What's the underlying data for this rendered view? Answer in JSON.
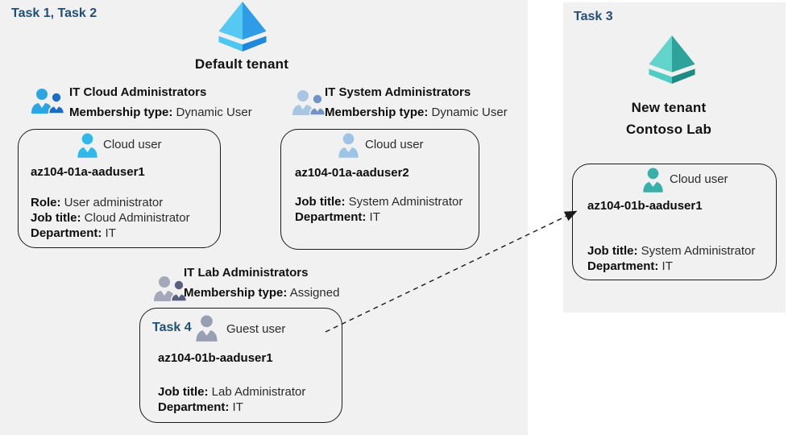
{
  "colors": {
    "task_label": "#1F4E79",
    "panel_bg": "#F1F1F1",
    "aad_blue_left": "#55C9F2",
    "aad_blue_right": "#2F9DE6",
    "aad_blue_band_left": "#4EC6F2",
    "aad_blue_band_right": "#1F88DC",
    "aad_teal_left": "#62D4CC",
    "aad_teal_right": "#2EA29B",
    "aad_teal_band_left": "#4FCCC4",
    "aad_teal_band_right": "#1F8B85",
    "group_cloud_primary": "#2BA6E2",
    "group_cloud_secondary": "#1B6BC8",
    "group_system_primary": "#A9C5E4",
    "group_system_secondary": "#6E94C8",
    "group_lab_primary": "#A3A9BA",
    "group_lab_secondary": "#58607F",
    "cloud_user1_icon": "#2FB9E8",
    "cloud_user2_icon": "#9DC3E6",
    "guest_user_icon": "#989FB2",
    "new_tenant_user_icon": "#3AAFA9"
  },
  "default_tenant": {
    "task_label": "Task 1, Task 2",
    "title": "Default tenant",
    "groups": {
      "cloud": {
        "name": "IT Cloud Administrators",
        "membership_label": "Membership type:",
        "membership_value": "Dynamic User"
      },
      "system": {
        "name": "IT System Administrators",
        "membership_label": "Membership type:",
        "membership_value": "Dynamic User"
      },
      "lab": {
        "name": "IT Lab Administrators",
        "membership_label": "Membership type:",
        "membership_value": "Assigned"
      }
    },
    "cards": {
      "user1": {
        "type_label": "Cloud user",
        "name": "az104-01a-aaduser1",
        "role_label": "Role:",
        "role_value": "User administrator",
        "job_label": "Job title:",
        "job_value": "Cloud Administrator",
        "dept_label": "Department:",
        "dept_value": "IT"
      },
      "user2": {
        "type_label": "Cloud user",
        "name": "az104-01a-aaduser2",
        "job_label": "Job title:",
        "job_value": "System Administrator",
        "dept_label": "Department:",
        "dept_value": "IT"
      },
      "guest": {
        "task_label": "Task 4",
        "type_label": "Guest user",
        "name": "az104-01b-aaduser1",
        "job_label": "Job title:",
        "job_value": "Lab Administrator",
        "dept_label": "Department:",
        "dept_value": "IT"
      }
    }
  },
  "new_tenant": {
    "task_label": "Task 3",
    "title_line1": "New tenant",
    "title_line2": "Contoso Lab",
    "card": {
      "type_label": "Cloud user",
      "name": "az104-01b-aaduser1",
      "job_label": "Job title:",
      "job_value": "System Administrator",
      "dept_label": "Department:",
      "dept_value": "IT"
    }
  }
}
